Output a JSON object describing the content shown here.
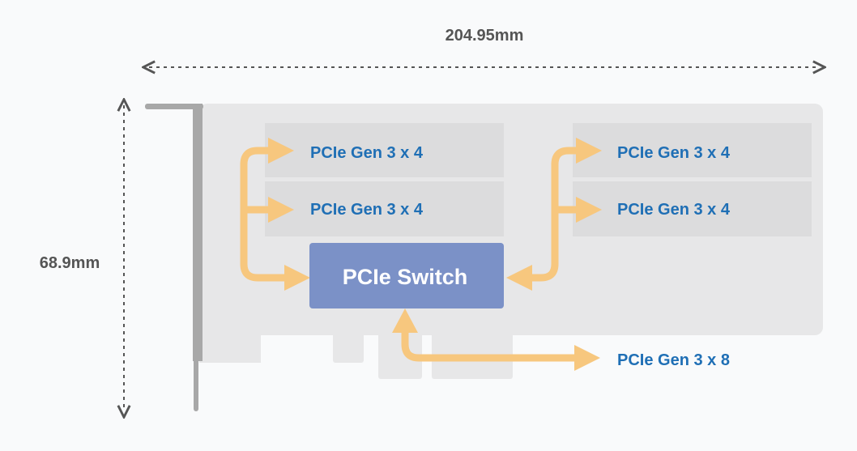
{
  "dimensions": {
    "width_label": "204.95mm",
    "height_label": "68.9mm"
  },
  "switch": {
    "label": "PCIe Switch"
  },
  "ports": {
    "left_top": "PCIe Gen 3 x 4",
    "left_bottom": "PCIe Gen 3 x 4",
    "right_top": "PCIe Gen 3 x 4",
    "right_bottom": "PCIe Gen 3 x 4",
    "host": "PCIe Gen 3 x 8"
  },
  "colors": {
    "background": "#f9fafb",
    "board": "#e7e7e8",
    "slot": "#dcdcdd",
    "bracket": "#a8a8a8",
    "switch": "#7b91c7",
    "arrow": "#f7c77e",
    "port_text": "#1f6fb5",
    "dimension_text": "#555555"
  }
}
